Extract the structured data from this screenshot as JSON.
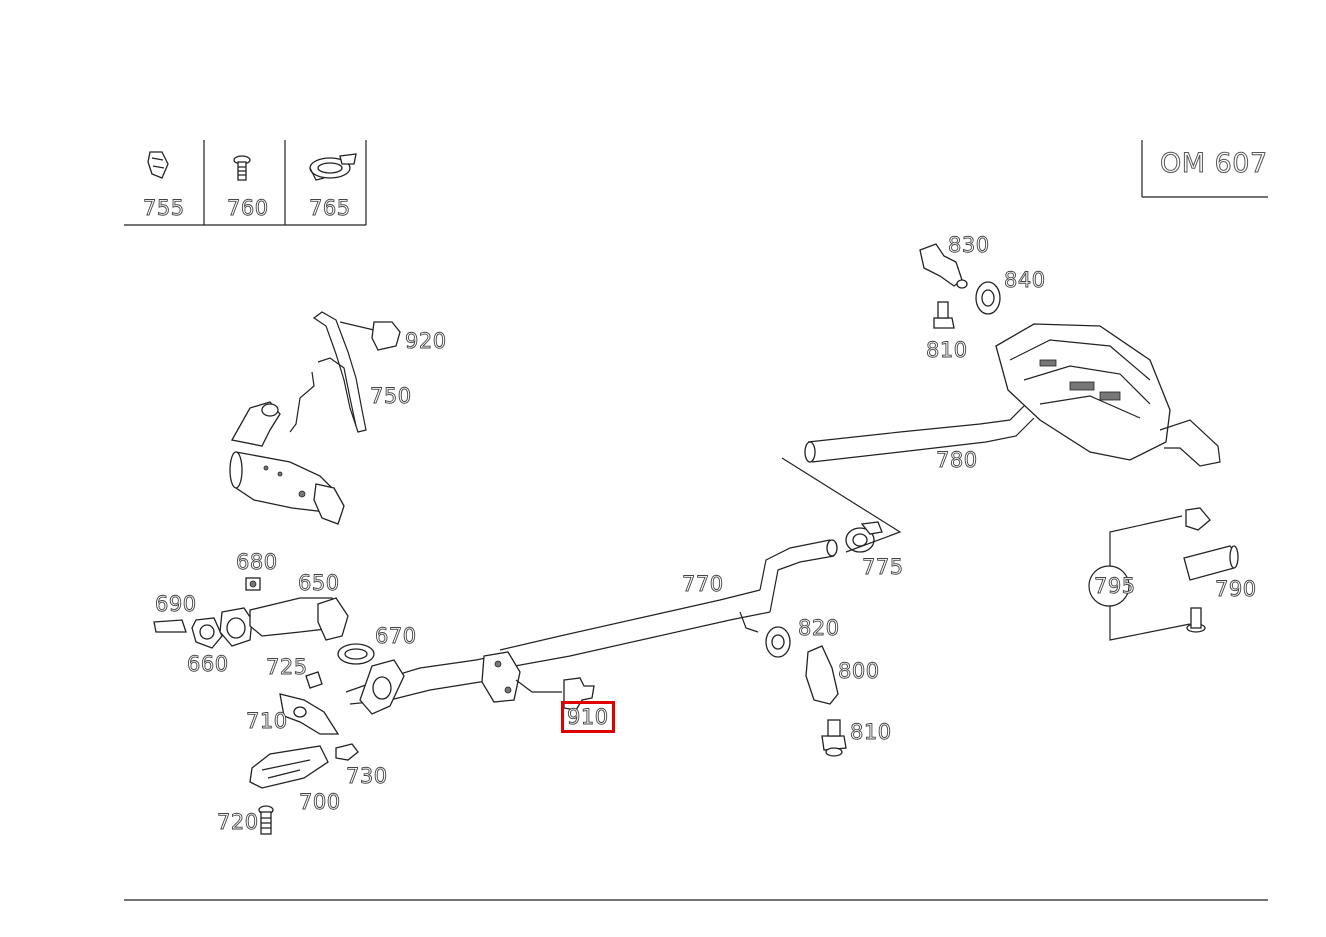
{
  "engine_label": "OM 607",
  "legend": [
    {
      "number": "755",
      "icon": "clip-icon"
    },
    {
      "number": "760",
      "icon": "bolt-icon"
    },
    {
      "number": "765",
      "icon": "clamp-icon"
    }
  ],
  "callouts": {
    "c920": "920",
    "c750": "750",
    "c830": "830",
    "c840": "840",
    "c810a": "810",
    "c780": "780",
    "c775": "775",
    "c770": "770",
    "c680": "680",
    "c650": "650",
    "c690": "690",
    "c660": "660",
    "c670": "670",
    "c725": "725",
    "c710": "710",
    "c730": "730",
    "c700": "700",
    "c720": "720",
    "c910": "910",
    "c820": "820",
    "c800": "800",
    "c810b": "810",
    "c795": "795",
    "c790": "790"
  },
  "highlighted_callout": "910",
  "colors": {
    "highlight": "#e00000",
    "line": "#222222"
  }
}
